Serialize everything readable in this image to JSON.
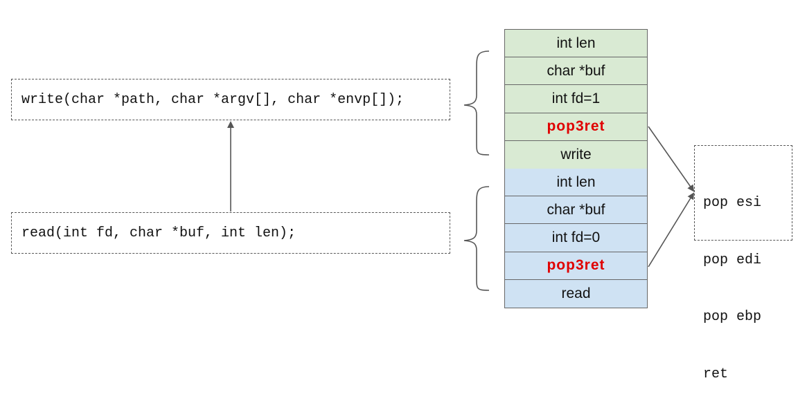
{
  "write_call": "write(char *path, char *argv[], char *envp[]);",
  "read_call": "read(int fd, char *buf, int len);",
  "write_frame": [
    {
      "label": "int len"
    },
    {
      "label": "char *buf"
    },
    {
      "label": "int fd=1"
    },
    {
      "label": "pop3ret"
    },
    {
      "label": "write"
    }
  ],
  "read_frame": [
    {
      "label": "int len"
    },
    {
      "label": "char *buf"
    },
    {
      "label": "int fd=0"
    },
    {
      "label": "pop3ret"
    },
    {
      "label": "read"
    }
  ],
  "gadget_lines": [
    "pop esi",
    "pop edi",
    "pop ebp",
    "ret"
  ],
  "colors": {
    "write_frame_bg": "#d9ead3",
    "read_frame_bg": "#cfe2f3",
    "pop3ret_text": "#e00000",
    "line": "#555555"
  }
}
